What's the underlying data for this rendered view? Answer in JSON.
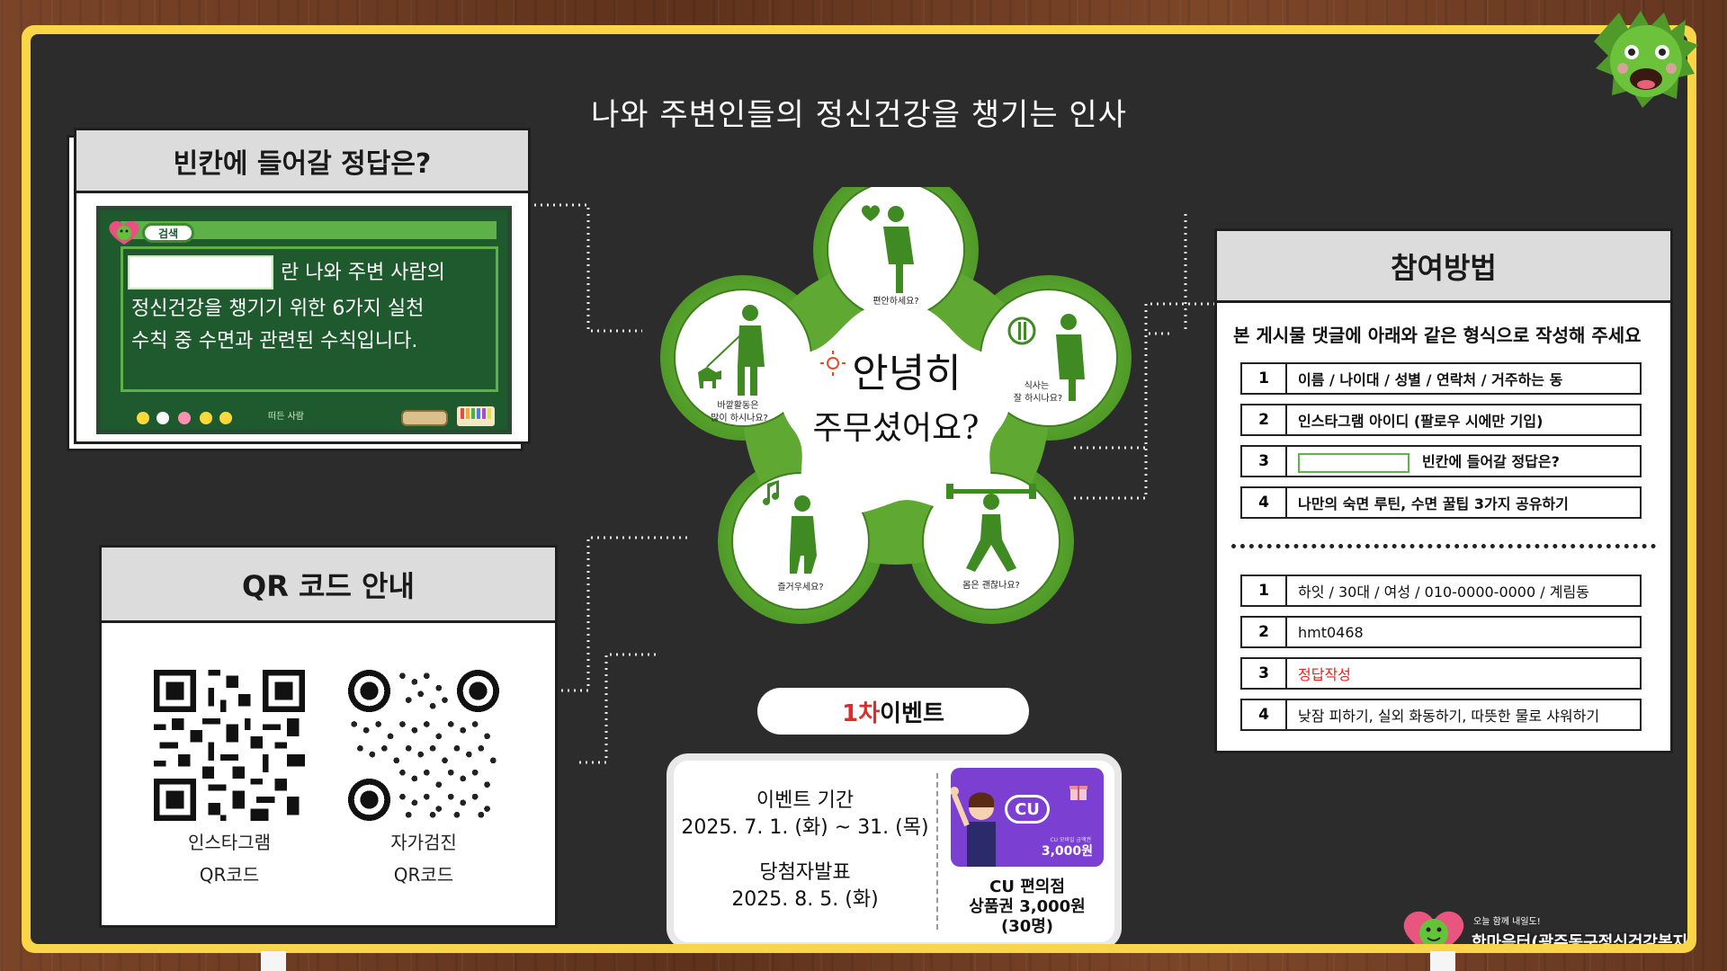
{
  "main_title": "나와 주변인들의 정신건강을 챙기는 인사",
  "quiz": {
    "heading": "빈칸에 들어갈 정답은?",
    "search_label": "검색",
    "line1": "란 나와 주변 사람의",
    "line2": "정신건강을 챙기기 위한 6가지 실천",
    "line3": "수칙 중 수면과 관련된 수칙입니다.",
    "small_note": "떠든 사람"
  },
  "qr": {
    "heading": "QR 코드 안내",
    "codes": [
      {
        "caption_line1": "인스타그램",
        "caption_line2": "QR코드"
      },
      {
        "caption_line1": "자가검진",
        "caption_line2": "QR코드"
      }
    ]
  },
  "flower": {
    "center_line1": "안녕히",
    "center_line2": "주무셨어요?",
    "petals": [
      {
        "label": "편안하세요?"
      },
      {
        "label_line1": "식사는",
        "label_line2": "잘 하시나요?"
      },
      {
        "label": "몸은 괜찮나요?"
      },
      {
        "label": "즐거우세요?"
      },
      {
        "label_line1": "바깥활동은",
        "label_line2": "많이 하시나요?"
      }
    ]
  },
  "participation": {
    "heading": "참여방법",
    "intro": "본 게시물 댓글에 아래와 같은 형식으로 작성해 주세요",
    "format_rows": [
      {
        "num": "1",
        "text": "이름 / 나이대 / 성별 / 연락처 / 거주하는 동"
      },
      {
        "num": "2",
        "text": "인스타그램 아이디 (팔로우 시에만 기입)"
      },
      {
        "num": "3",
        "text": "빈칸에 들어갈 정답은?"
      },
      {
        "num": "4",
        "text": "나만의 숙면 루틴, 수면 꿀팁 3가지 공유하기"
      }
    ],
    "example_rows": [
      {
        "num": "1",
        "text": "하잇 / 30대 / 여성 / 010-0000-0000 / 계림동"
      },
      {
        "num": "2",
        "text": "hmt0468"
      },
      {
        "num": "3",
        "text": "정답작성"
      },
      {
        "num": "4",
        "text": "낮잠 피하기, 실외 화동하기, 따뜻한 물로 샤워하기"
      }
    ]
  },
  "event": {
    "pill_red": "1차",
    "pill_rest": " 이벤트",
    "period_label": "이벤트 기간",
    "period_value": "2025. 7. 1. (화) ~ 31. (목)",
    "announce_label": "당첨자발표",
    "announce_value": "2025. 8. 5. (화)",
    "card_brand": "CU",
    "card_small": "CU 모바일 금액권",
    "card_amount": "3,000원",
    "prize_line1": "CU 편의점",
    "prize_line2": "상품권 3,000원",
    "prize_line3": "(30명)"
  },
  "org": {
    "tagline": "오늘 함께 내일도!",
    "name": "한마음터(광주동구정신건강복지센터)"
  },
  "colors": {
    "board_frame": "#fbd548",
    "board": "#2c2c2c",
    "green": "#5fa832",
    "dark_green": "#1f5a2e",
    "accent_red": "#e22a2a",
    "cu_purple": "#7b3fd1"
  }
}
